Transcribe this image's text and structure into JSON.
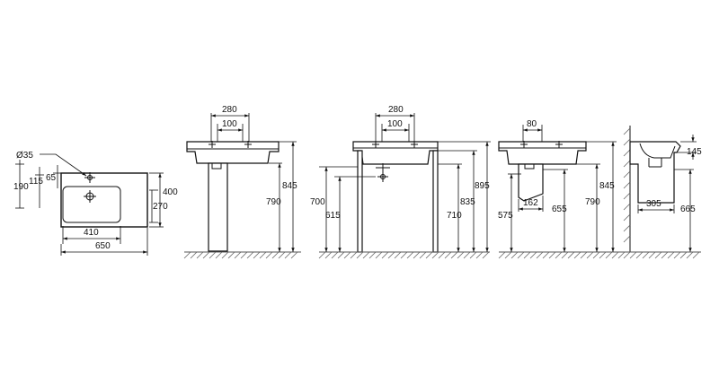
{
  "views": {
    "top_view": {
      "diameter": "Ø35",
      "dim_190": "190",
      "dim_115": "115",
      "dim_65": "65",
      "dim_400": "400",
      "dim_270": "270",
      "dim_410": "410",
      "dim_650": "650"
    },
    "pedestal_view": {
      "dim_280": "280",
      "dim_100": "100",
      "dim_845": "845",
      "dim_790": "790"
    },
    "frame_view": {
      "dim_280": "280",
      "dim_100": "100",
      "dim_700": "700",
      "dim_615": "615",
      "dim_710": "710",
      "dim_835": "835",
      "dim_895": "895"
    },
    "semi_pedestal_view": {
      "dim_80": "80",
      "dim_162": "162",
      "dim_575": "575",
      "dim_655": "655",
      "dim_790": "790",
      "dim_845": "845"
    },
    "side_view": {
      "dim_145": "145",
      "dim_305": "305",
      "dim_665": "665"
    }
  },
  "colors": {
    "line": "#111111",
    "ground": "#555555"
  }
}
